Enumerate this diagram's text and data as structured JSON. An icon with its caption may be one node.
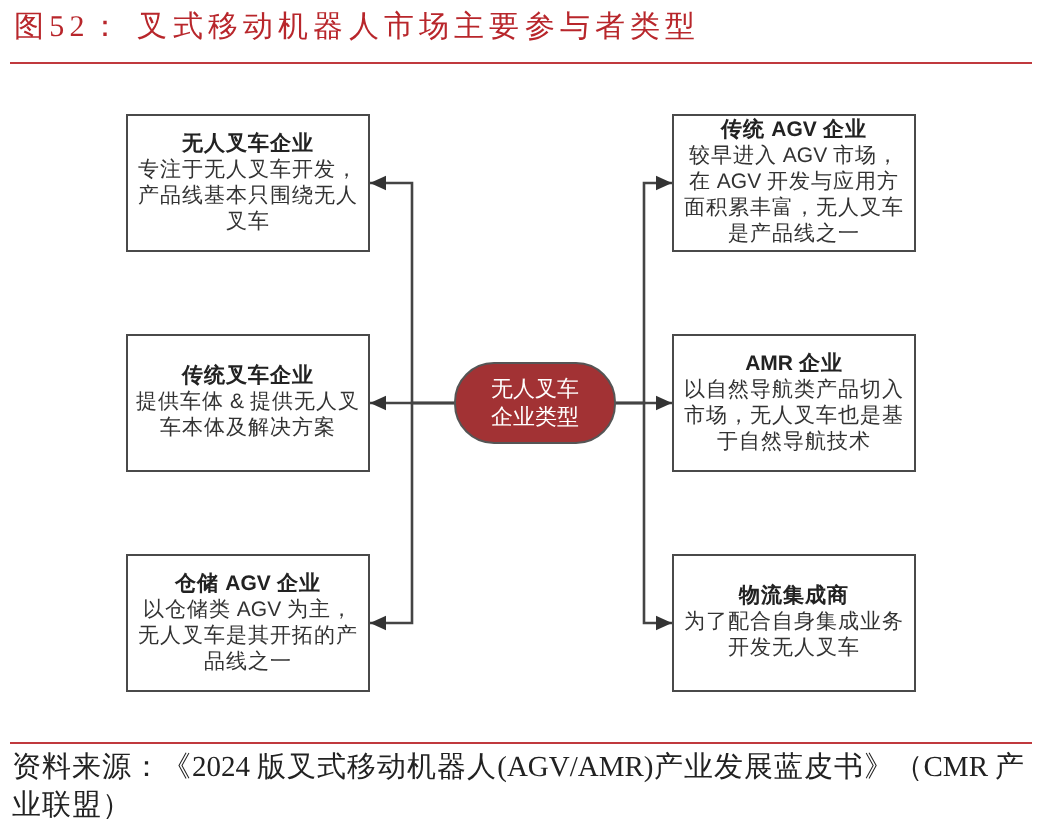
{
  "diagram": {
    "title": "图52： 叉式移动机器人市场主要参与者类型",
    "caption": "资料来源：《2024 版叉式移动机器人(AGV/AMR)产业发展蓝皮书》（CMR 产业联盟）",
    "nodes": [
      {
        "text": [
          "无人叉车企业",
          "专注于无人叉车开发，产品线基本只围绕无人叉车"
        ]
      },
      {
        "text": [
          "传统叉车企业",
          "提供车体 & 提供无人叉车本体及解决方案"
        ]
      },
      {
        "text": [
          "仓储 AGV 企业",
          "以仓储类 AGV 为主，无人叉车是其开拓的产品线之一"
        ]
      },
      {
        "text": [
          "无人叉车企业类型"
        ]
      },
      {
        "text": [
          "传统 AGV 企业",
          "较早进入 AGV 市场，在 AGV 开发与应用方面积累丰富，无人叉车是产品线之一"
        ]
      },
      {
        "text": [
          "AMR 企业",
          "以自然导航类产品切入市场，无人叉车也是基于自然导航技术"
        ]
      },
      {
        "text": [
          "物流集成商",
          "为了配合自身集成业务开发无人叉车"
        ]
      }
    ],
    "edges": [
      {
        "from": 3,
        "to": 0,
        "arrow": "to"
      },
      {
        "from": 3,
        "to": 1,
        "arrow": "to"
      },
      {
        "from": 3,
        "to": 2,
        "arrow": "to"
      },
      {
        "from": 3,
        "to": 4,
        "arrow": "to"
      },
      {
        "from": 3,
        "to": 5,
        "arrow": "to"
      },
      {
        "from": 3,
        "to": 6,
        "arrow": "to"
      }
    ]
  }
}
